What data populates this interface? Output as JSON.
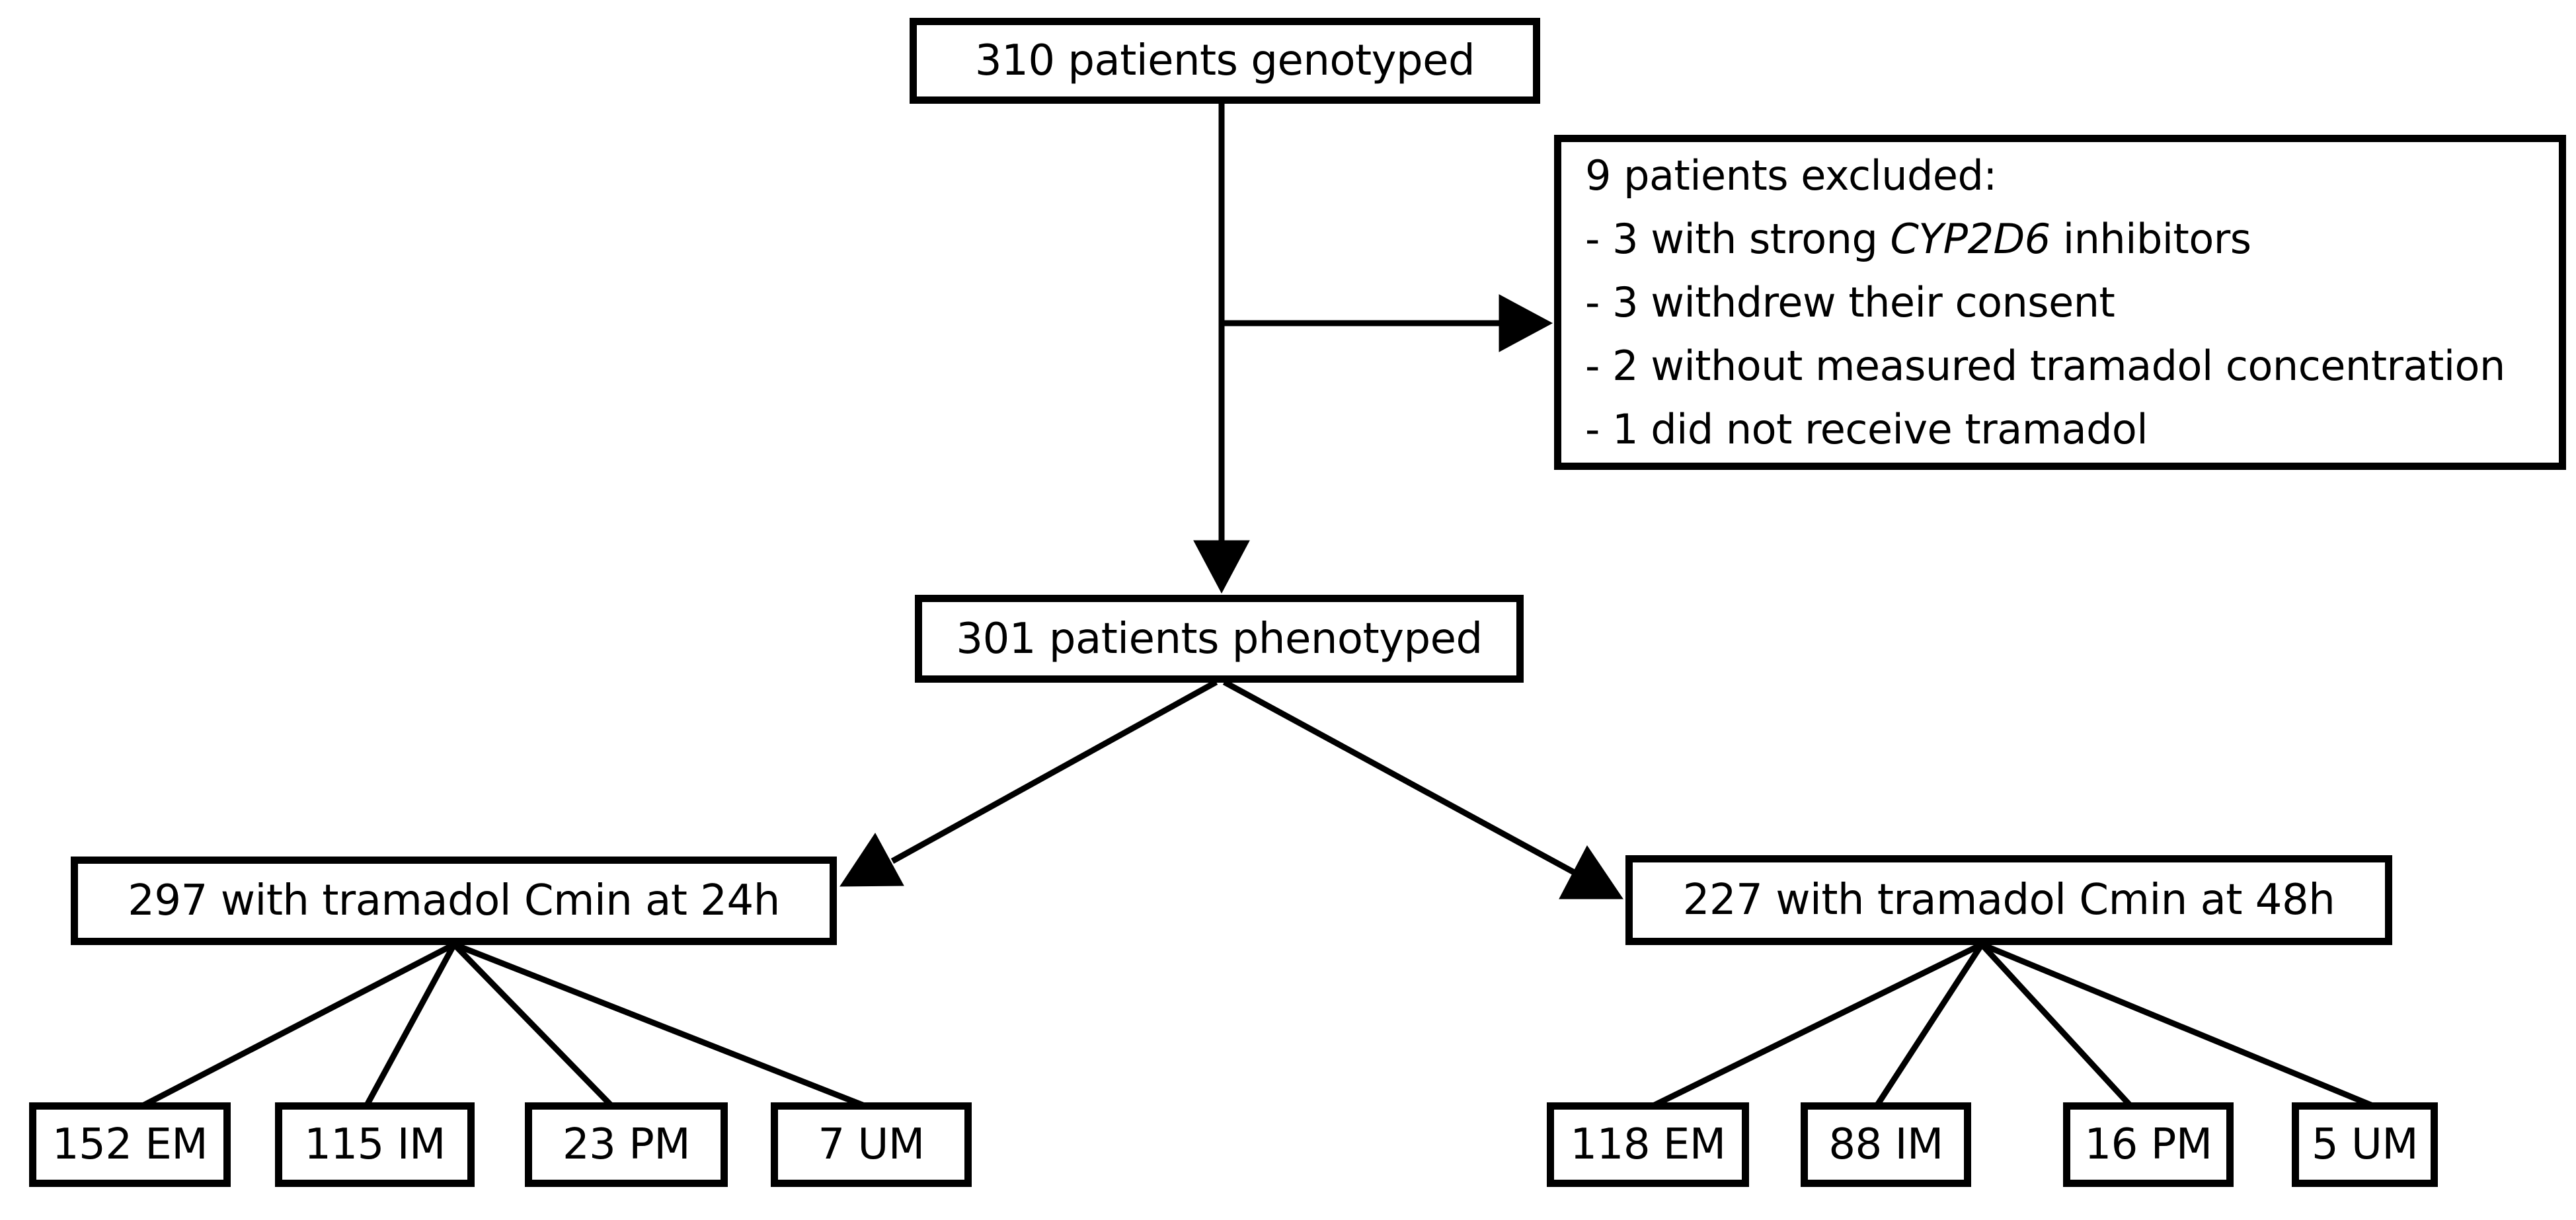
{
  "diagram": {
    "top_box": {
      "label": "310 patients genotyped"
    },
    "exclusion_box": {
      "title": "9 patients excluded:",
      "item1_pre": "- 3 with strong ",
      "item1_italic": "CYP2D6",
      "item1_post": " inhibitors",
      "item2": "- 3 withdrew their consent",
      "item3": "- 2 without measured tramadol concentration",
      "item4": "- 1 did not receive tramadol"
    },
    "phenotyped_box": {
      "label": "301 patients phenotyped"
    },
    "left_branch_box": {
      "label": "297 with tramadol Cmin at 24h"
    },
    "right_branch_box": {
      "label": "227 with tramadol Cmin at 48h"
    },
    "left_leaf_boxes": [
      {
        "label": "152 EM"
      },
      {
        "label": "115 IM"
      },
      {
        "label": "23 PM"
      },
      {
        "label": "7 UM"
      }
    ],
    "right_leaf_boxes": [
      {
        "label": "118 EM"
      },
      {
        "label": "88 IM"
      },
      {
        "label": "16 PM"
      },
      {
        "label": "5 UM"
      }
    ],
    "colors": {
      "line": "#000000",
      "box_border": "#000000",
      "background": "#ffffff",
      "text": "#000000"
    }
  }
}
